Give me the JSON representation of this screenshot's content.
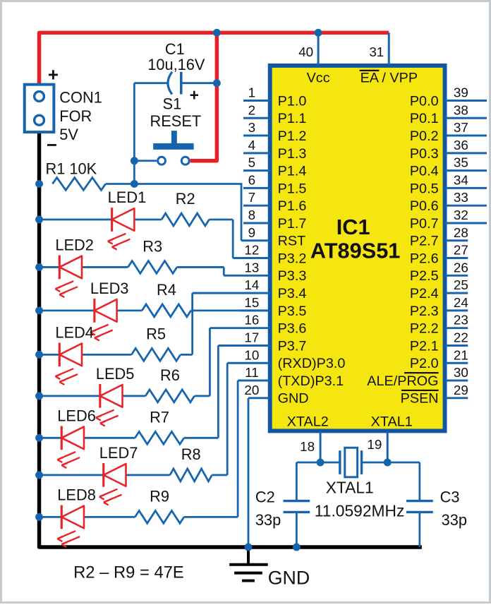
{
  "ic": {
    "ref": "IC1",
    "part": "AT89S51",
    "left_pins": [
      {
        "num": "1",
        "label": "P1.0"
      },
      {
        "num": "2",
        "label": "P1.1"
      },
      {
        "num": "3",
        "label": "P1.2"
      },
      {
        "num": "4",
        "label": "P1.3"
      },
      {
        "num": "5",
        "label": "P1.4"
      },
      {
        "num": "6",
        "label": "P1.5"
      },
      {
        "num": "7",
        "label": "P1.6"
      },
      {
        "num": "8",
        "label": "P1.7"
      },
      {
        "num": "9",
        "label": "RST"
      },
      {
        "num": "12",
        "label": "P3.2"
      },
      {
        "num": "13",
        "label": "P3.3"
      },
      {
        "num": "14",
        "label": "P3.4"
      },
      {
        "num": "15",
        "label": "P3.5"
      },
      {
        "num": "16",
        "label": "P3.6"
      },
      {
        "num": "17",
        "label": "P3.7"
      },
      {
        "num": "10",
        "label": "(RXD)P3.0"
      },
      {
        "num": "11",
        "label": "(TXD)P3.1"
      },
      {
        "num": "20",
        "label": "GND"
      }
    ],
    "right_pins": [
      {
        "num": "39",
        "label": "P0.0"
      },
      {
        "num": "38",
        "label": "P0.1"
      },
      {
        "num": "37",
        "label": "P0.2"
      },
      {
        "num": "36",
        "label": "P0.3"
      },
      {
        "num": "35",
        "label": "P0.4"
      },
      {
        "num": "34",
        "label": "P0.5"
      },
      {
        "num": "33",
        "label": "P0.6"
      },
      {
        "num": "32",
        "label": "P0.7"
      },
      {
        "num": "28",
        "label": "P2.7"
      },
      {
        "num": "27",
        "label": "P2.6"
      },
      {
        "num": "26",
        "label": "P2.5"
      },
      {
        "num": "25",
        "label": "P2.4"
      },
      {
        "num": "24",
        "label": "P2.3"
      },
      {
        "num": "23",
        "label": "P2.2"
      },
      {
        "num": "22",
        "label": "P2.1"
      },
      {
        "num": "21",
        "label": "P2.0"
      },
      {
        "num": "30",
        "label": "ALE/PROG"
      },
      {
        "num": "29",
        "label": "PSEN"
      }
    ],
    "top_pins": [
      {
        "num": "40",
        "label": "Vcc"
      },
      {
        "num": "31",
        "label": "EA / VPP"
      }
    ],
    "bottom_pins": [
      {
        "num": "18",
        "label": "XTAL2"
      },
      {
        "num": "19",
        "label": "XTAL1"
      }
    ]
  },
  "connector": {
    "ref": "CON1",
    "line2": "FOR",
    "line3": "5V",
    "plus": "+",
    "minus": "−"
  },
  "reset": {
    "cap_ref": "C1",
    "cap_value": "10u,16V",
    "cap_plus": "+",
    "switch_ref": "S1",
    "switch_label": "RESET",
    "resistor_label": "R1 10K"
  },
  "led_rows": [
    {
      "led": "LED1",
      "resistor": "R2"
    },
    {
      "led": "LED2",
      "resistor": "R3"
    },
    {
      "led": "LED3",
      "resistor": "R4"
    },
    {
      "led": "LED4",
      "resistor": "R5"
    },
    {
      "led": "LED5",
      "resistor": "R6"
    },
    {
      "led": "LED6",
      "resistor": "R7"
    },
    {
      "led": "LED7",
      "resistor": "R8"
    },
    {
      "led": "LED8",
      "resistor": "R9"
    }
  ],
  "crystal": {
    "ref": "XTAL1",
    "freq": "11.0592MHz"
  },
  "c2": {
    "ref": "C2",
    "value": "33p"
  },
  "c3": {
    "ref": "C3",
    "value": "33p"
  },
  "gnd_label": "GND",
  "note": "R2 – R9 = 47E",
  "colors": {
    "wire": "#1565AE",
    "power": "#E81F25",
    "ground": "#000000",
    "ic_fill": "#F5E60F",
    "ic_border": "#1256A3",
    "led": "#E8242A"
  }
}
